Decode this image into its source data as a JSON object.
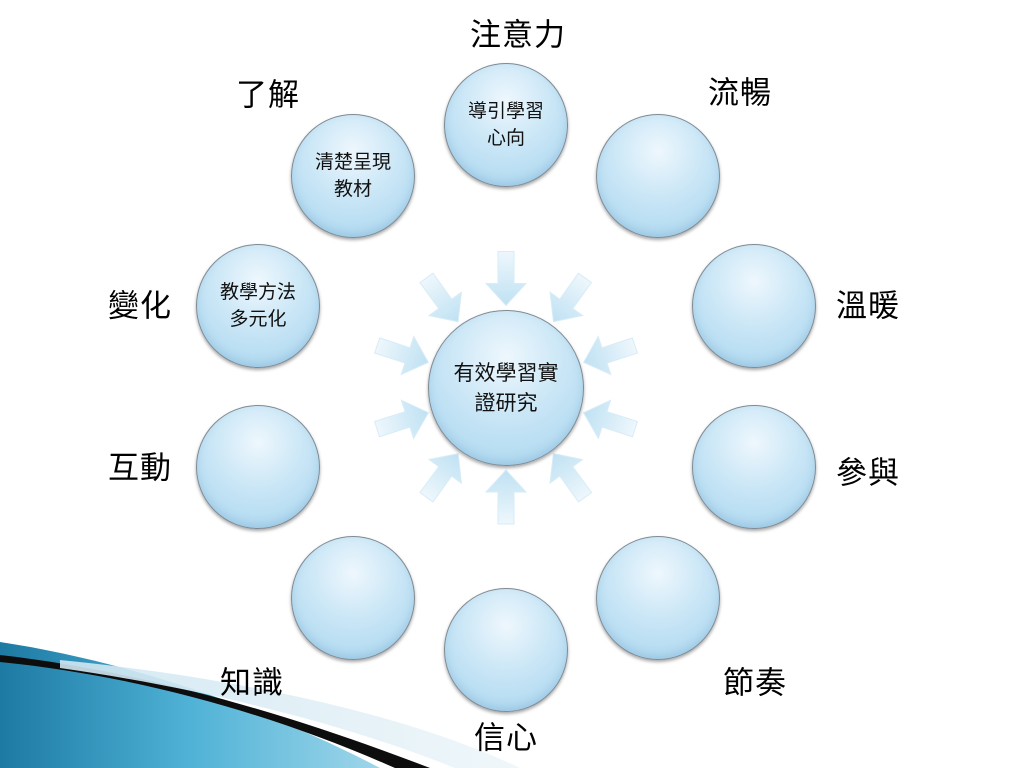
{
  "diagram": {
    "center": {
      "text": "有效學習實證研究"
    },
    "nodes": [
      {
        "id": "top",
        "text": "導引學習心向",
        "label": "注意力"
      },
      {
        "id": "top-right",
        "text": "",
        "label": "流暢"
      },
      {
        "id": "right-upper",
        "text": "",
        "label": "溫暖"
      },
      {
        "id": "right-lower",
        "text": "",
        "label": "參與"
      },
      {
        "id": "bottom-right",
        "text": "",
        "label": "節奏"
      },
      {
        "id": "bottom",
        "text": "",
        "label": "信心"
      },
      {
        "id": "bottom-left",
        "text": "",
        "label": "知識"
      },
      {
        "id": "left-lower",
        "text": "",
        "label": "互動"
      },
      {
        "id": "left-upper",
        "text": "教學方法多元化",
        "label": "變化"
      },
      {
        "id": "top-left",
        "text": "清楚呈現教材",
        "label": "了解"
      }
    ]
  },
  "colors": {
    "node_fill": "#c9e6f6",
    "node_border": "#7f8a93",
    "arrow_fill": "#d3ebf8",
    "swoosh_dark": "#0d0d0d",
    "swoosh_teal": "#2a8fb6"
  }
}
